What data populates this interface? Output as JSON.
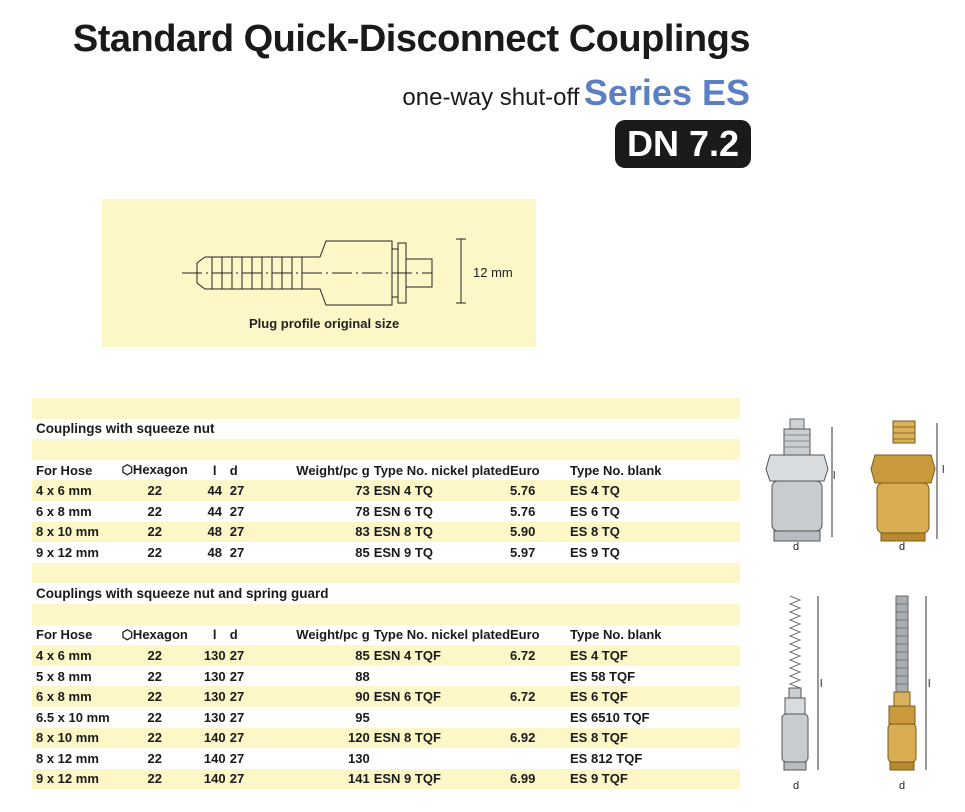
{
  "header": {
    "title": "Standard Quick-Disconnect Couplings",
    "subtitle_plain": "one-way shut-off",
    "subtitle_series": "Series ES",
    "badge": "DN 7.2"
  },
  "plug": {
    "caption": "Plug profile original size",
    "dimension": "12 mm"
  },
  "columns": [
    "For Hose",
    "⬡Hexagon",
    "l",
    "d",
    "Weight/pc g",
    "Type No. nickel plated",
    "Euro",
    "Type No. blank"
  ],
  "sections": [
    {
      "title": "Couplings with squeeze nut",
      "rows": [
        [
          "4 x 6 mm",
          "22",
          "44",
          "27",
          "73",
          "ESN 4 TQ",
          "5.76",
          "ES 4 TQ"
        ],
        [
          "6 x 8 mm",
          "22",
          "44",
          "27",
          "78",
          "ESN 6 TQ",
          "5.76",
          "ES 6 TQ"
        ],
        [
          "8 x 10 mm",
          "22",
          "48",
          "27",
          "83",
          "ESN 8 TQ",
          "5.90",
          "ES 8 TQ"
        ],
        [
          "9 x 12 mm",
          "22",
          "48",
          "27",
          "85",
          "ESN 9 TQ",
          "5.97",
          "ES 9 TQ"
        ]
      ]
    },
    {
      "title": "Couplings with squeeze nut and spring guard",
      "rows": [
        [
          "4 x 6 mm",
          "22",
          "130",
          "27",
          "85",
          "ESN 4 TQF",
          "6.72",
          "ES 4 TQF"
        ],
        [
          "5 x 8 mm",
          "22",
          "130",
          "27",
          "88",
          "",
          "",
          "ES 58 TQF"
        ],
        [
          "6 x 8 mm",
          "22",
          "130",
          "27",
          "90",
          "ESN 6 TQF",
          "6.72",
          "ES 6 TQF"
        ],
        [
          "6.5 x 10 mm",
          "22",
          "130",
          "27",
          "95",
          "",
          "",
          "ES 6510 TQF"
        ],
        [
          "8 x 10 mm",
          "22",
          "140",
          "27",
          "120",
          "ESN 8 TQF",
          "6.92",
          "ES 8 TQF"
        ],
        [
          "8 x 12 mm",
          "22",
          "140",
          "27",
          "130",
          "",
          "",
          "ES 812 TQF"
        ],
        [
          "9 x 12 mm",
          "22",
          "140",
          "27",
          "141",
          "ESN 9 TQF",
          "6.99",
          "ES 9 TQF"
        ]
      ]
    }
  ],
  "photo_labels": {
    "length": "l",
    "diameter": "d"
  },
  "colors": {
    "accent_blue": "#5b7fc0",
    "highlight": "#fdf7c8",
    "badge_bg": "#1a1a1a"
  }
}
